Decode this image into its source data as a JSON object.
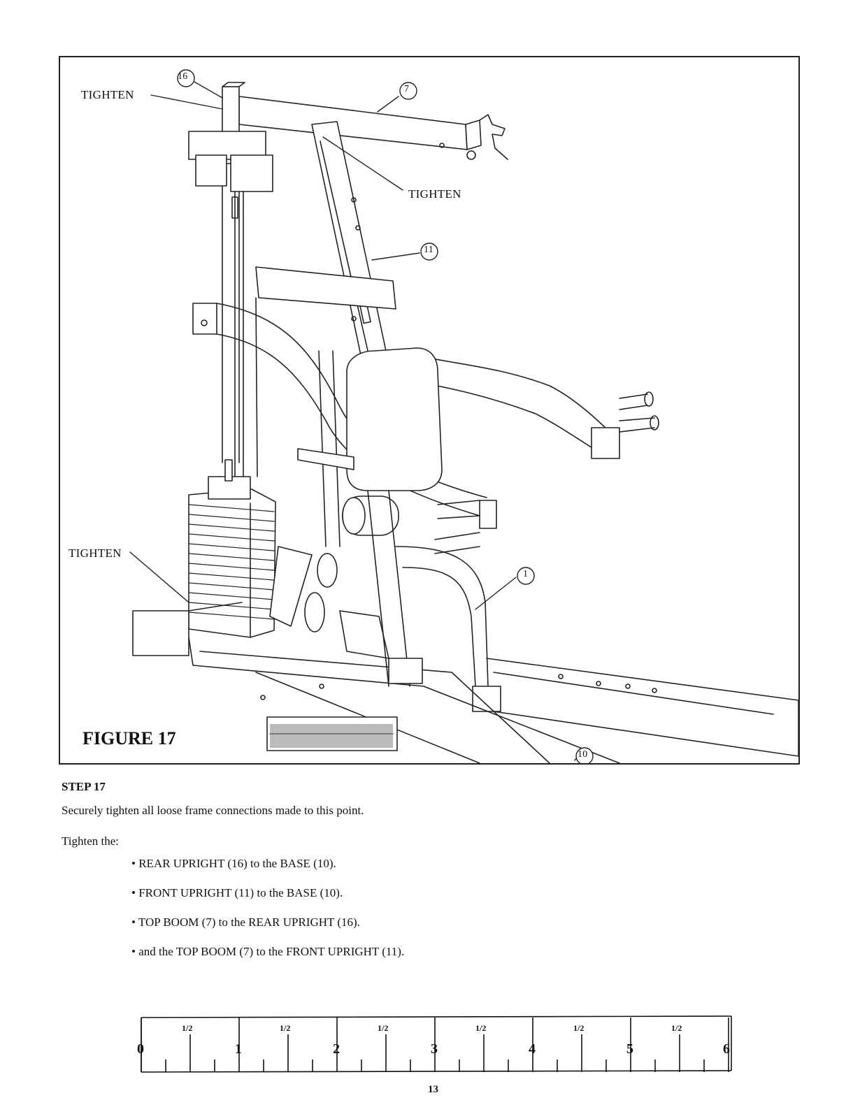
{
  "figure": {
    "title": "FIGURE 17",
    "callouts": {
      "rear_upright": "16",
      "top_boom": "7",
      "front_upright": "11",
      "frame": "1",
      "base": "10"
    },
    "tighten_labels": [
      "TIGHTEN",
      "TIGHTEN",
      "TIGHTEN"
    ]
  },
  "step": {
    "title": "STEP 17",
    "intro": "Securely tighten all loose frame connections made to this point.",
    "lead": "Tighten the:",
    "bullets": [
      "REAR UPRIGHT (16) to the BASE (10).",
      "FRONT UPRIGHT (11) to the BASE (10).",
      "TOP BOOM (7) to the REAR UPRIGHT (16).",
      "and the TOP BOOM (7) to the FRONT UPRIGHT (11)."
    ]
  },
  "ruler": {
    "half_label": "1/2",
    "numbers": [
      "0",
      "1",
      "2",
      "3",
      "4",
      "5",
      "6"
    ]
  },
  "page_number": "13"
}
